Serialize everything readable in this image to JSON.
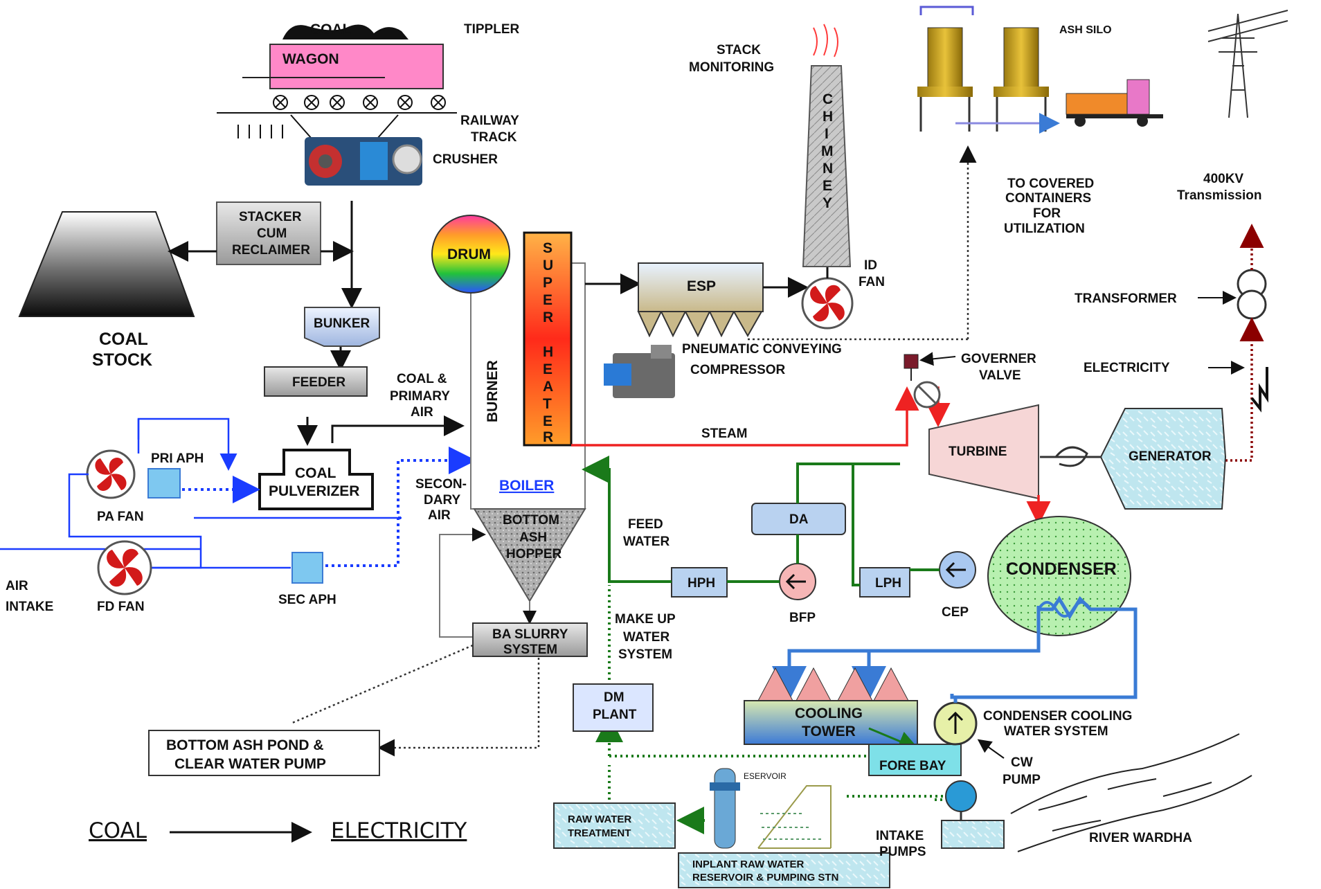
{
  "labels": {
    "coal_top": "COAL",
    "wagon": "WAGON",
    "tippler": "TIPPLER",
    "railway_track_1": "RAILWAY",
    "railway_track_2": "TRACK",
    "crusher": "CRUSHER",
    "stacker_1": "STACKER",
    "stacker_2": "CUM",
    "stacker_3": "RECLAIMER",
    "coal_stock_1": "COAL",
    "coal_stock_2": "STOCK",
    "bunker": "BUNKER",
    "feeder": "FEEDER",
    "coal_primary_1": "COAL &",
    "coal_primary_2": "PRIMARY",
    "coal_primary_3": "AIR",
    "pri_aph": "PRI APH",
    "pa_fan": "PA FAN",
    "coal_pulverizer_1": "COAL",
    "coal_pulverizer_2": "PULVERIZER",
    "secondary_air_1": "SECON-",
    "secondary_air_2": "DARY",
    "secondary_air_3": "AIR",
    "air_intake_1": "AIR",
    "air_intake_2": "INTAKE",
    "fd_fan": "FD FAN",
    "sec_aph": "SEC  APH",
    "drum": "DRUM",
    "burner": "BURNER",
    "super_heater": [
      "S",
      "U",
      "P",
      "E",
      "R",
      "",
      "H",
      "E",
      "A",
      "T",
      "E",
      "R"
    ],
    "boiler": "BOILER",
    "bottom_ash_hopper_1": "BOTTOM",
    "bottom_ash_hopper_2": "ASH",
    "bottom_ash_hopper_3": "HOPPER",
    "ba_slurry_1": "BA SLURRY",
    "ba_slurry_2": "SYSTEM",
    "bottom_ash_pond_1": "BOTTOM  ASH POND &",
    "bottom_ash_pond_2": "CLEAR WATER PUMP",
    "coal_bottom": "COAL",
    "electricity_bottom": "ELECTRICITY",
    "stack_monitoring_1": "STACK",
    "stack_monitoring_2": "MONITORING",
    "chimney": [
      "C",
      "H",
      "I",
      "M",
      "N",
      "E",
      "Y"
    ],
    "esp": "ESP",
    "id_fan_1": "ID",
    "id_fan_2": "FAN",
    "pneumatic_conveying": "PNEUMATIC CONVEYING",
    "compressor": "COMPRESSOR",
    "ash_silo": "ASH SILO",
    "covered_containers_1": "TO COVERED",
    "covered_containers_2": "CONTAINERS",
    "covered_containers_3": "FOR",
    "covered_containers_4": "UTILIZATION",
    "transmission_1": "400KV",
    "transmission_2": "Transmission",
    "transformer": "TRANSFORMER",
    "governer_valve_1": "GOVERNER",
    "governer_valve_2": "VALVE",
    "electricity": "ELECTRICITY",
    "steam": "STEAM",
    "turbine": "TURBINE",
    "generator": "GENERATOR",
    "feed_water_1": "FEED",
    "feed_water_2": "WATER",
    "da": "DA",
    "hph": "HPH",
    "bfp": "BFP",
    "lph": "LPH",
    "cep": "CEP",
    "condenser": "CONDENSER",
    "make_up_1": "MAKE UP",
    "make_up_2": "WATER",
    "make_up_3": "SYSTEM",
    "dm_plant_1": "DM",
    "dm_plant_2": "PLANT",
    "cooling_tower_1": "COOLING",
    "cooling_tower_2": "TOWER",
    "fore_bay": "FORE BAY",
    "condenser_cooling_1": "CONDENSER COOLING",
    "condenser_cooling_2": "WATER SYSTEM",
    "cw_pump_1": "CW",
    "cw_pump_2": "PUMP",
    "reservoir": "ESERVOIR",
    "raw_water_1": "RAW WATER",
    "raw_water_2": "TREATMENT",
    "inplant_1": "INPLANT RAW WATER",
    "inplant_2": "RESERVOIR & PUMPING STN",
    "intake_pumps_1": "INTAKE",
    "intake_pumps_2": "PUMPS",
    "river": "RIVER WARDHA"
  }
}
